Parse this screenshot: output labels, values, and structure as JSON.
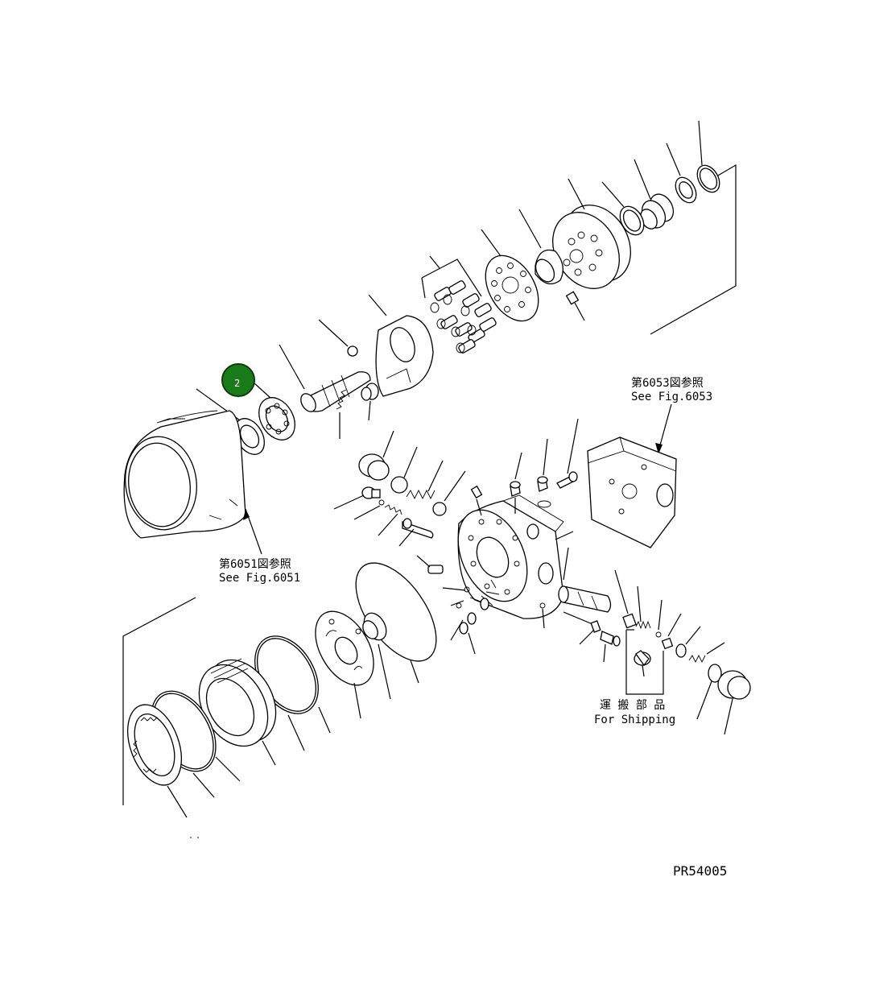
{
  "figure_code": "PR54005",
  "references": [
    {
      "jp": "第6053図参照",
      "en": "See Fig.6053"
    },
    {
      "jp": "第6051図参照",
      "en": "See Fig.6051"
    }
  ],
  "shipping_note": {
    "jp": "運 搬 部 品",
    "en": "For Shipping"
  },
  "callouts": [
    {
      "label": "2",
      "color": "#1a7a1a"
    }
  ]
}
